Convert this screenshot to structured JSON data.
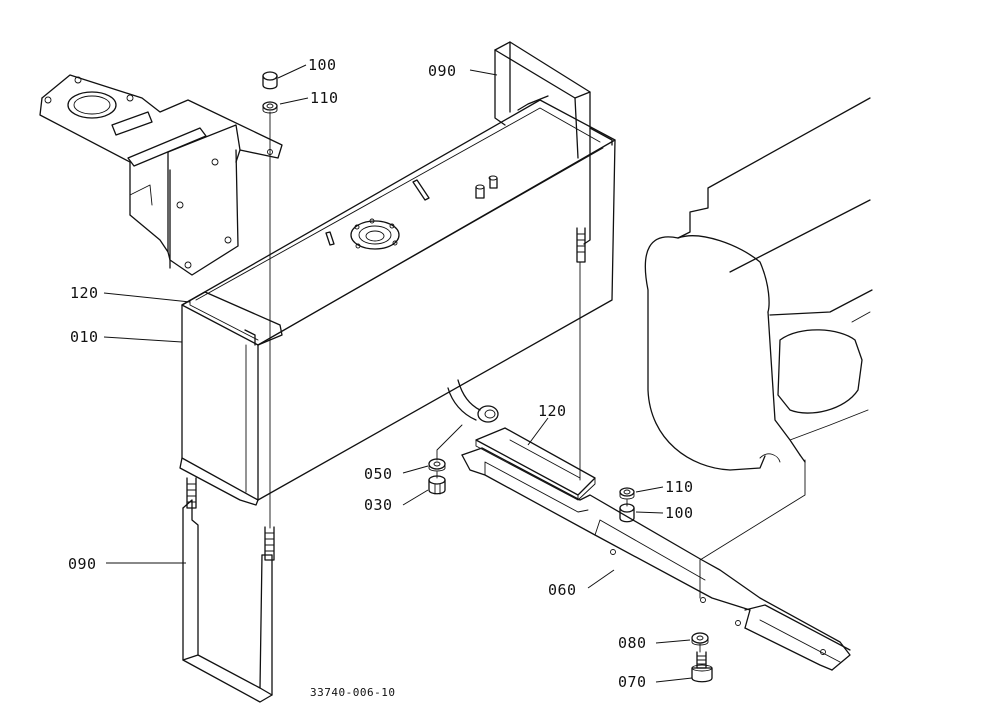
{
  "callouts": [
    {
      "id": "c100a",
      "label": "100"
    },
    {
      "id": "c110a",
      "label": "110"
    },
    {
      "id": "c090a",
      "label": "090"
    },
    {
      "id": "c120a",
      "label": "120"
    },
    {
      "id": "c010",
      "label": "010"
    },
    {
      "id": "c120b",
      "label": "120"
    },
    {
      "id": "c050",
      "label": "050"
    },
    {
      "id": "c030",
      "label": "030"
    },
    {
      "id": "c110b",
      "label": "110"
    },
    {
      "id": "c100b",
      "label": "100"
    },
    {
      "id": "c090b",
      "label": "090"
    },
    {
      "id": "c060",
      "label": "060"
    },
    {
      "id": "c080",
      "label": "080"
    },
    {
      "id": "c070",
      "label": "070"
    }
  ],
  "reference_number": "33740-006-10"
}
